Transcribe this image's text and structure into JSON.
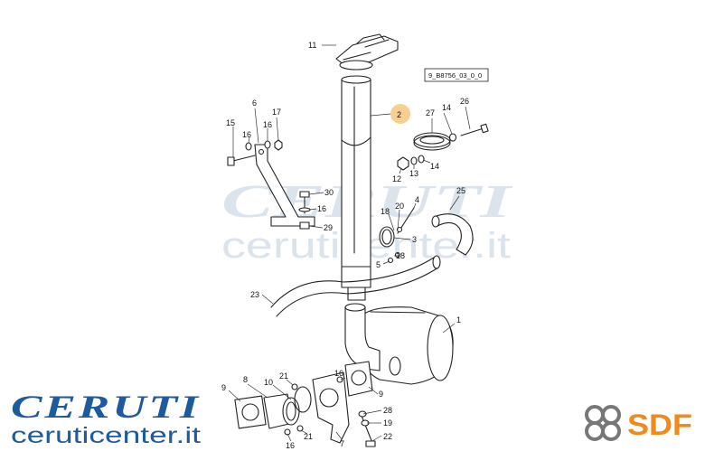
{
  "diagram_code": "9_B8756_03_0_0",
  "watermark": {
    "brand": "CERUTI",
    "url": "ceruticenter.it"
  },
  "logos": {
    "ceruti_name": "CERUTI",
    "ceruti_url": "ceruticenter.it",
    "sdf_name": "SDF",
    "sdf_icon": "sdf-knot-icon"
  },
  "colors": {
    "ceruti_blue": "#1e5a9e",
    "sdf_orange": "#f08a1c",
    "highlight": "#f5c77e"
  },
  "highlighted_part": "2",
  "callouts": {
    "p11": "11",
    "p2": "2",
    "p27": "27",
    "p14a": "14",
    "p26": "26",
    "p12": "12",
    "p13": "13",
    "p14b": "14",
    "p15": "15",
    "p6": "6",
    "p16a": "16",
    "p16b": "16",
    "p17": "17",
    "p30": "30",
    "p16c": "16",
    "p29": "29",
    "p18a": "18",
    "p20": "20",
    "p4": "4",
    "p3": "3",
    "p18b": "18",
    "p5": "5",
    "p25": "25",
    "p23": "23",
    "p1": "1",
    "p9a": "9",
    "p8": "8",
    "p10": "10",
    "p21a": "21",
    "p16d": "16",
    "p9b": "9",
    "p28": "28",
    "p19": "19",
    "p22": "22",
    "p16e": "16",
    "p21b": "21",
    "p7": "7"
  }
}
